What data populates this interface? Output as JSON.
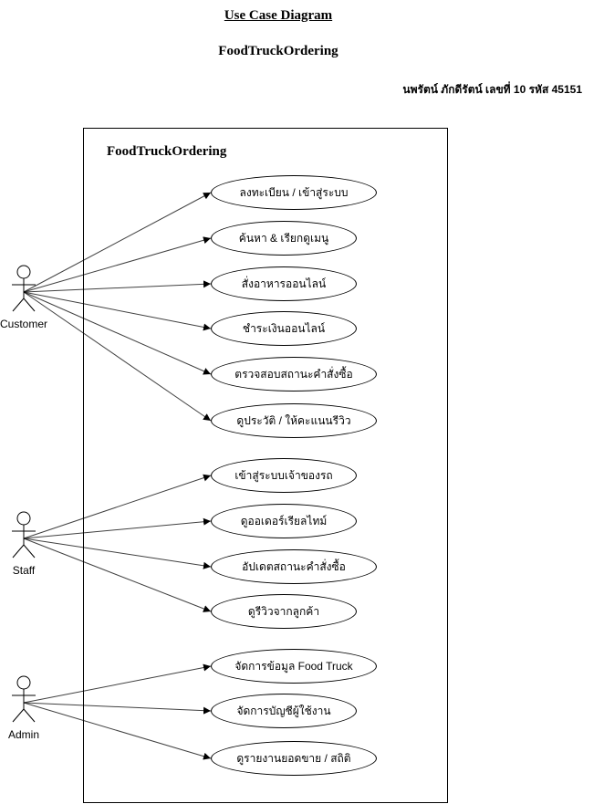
{
  "header": {
    "title": "Use Case Diagram",
    "subtitle": "FoodTruckOrdering",
    "author": "นพรัตน์ ภักดีรัตน์ เลขที่ 10 รหัส 45151"
  },
  "system": {
    "name": "FoodTruckOrdering"
  },
  "actors": [
    {
      "name": "Customer"
    },
    {
      "name": "Staff"
    },
    {
      "name": "Admin"
    }
  ],
  "use_cases": [
    {
      "label": "ลงทะเบียน / เข้าสู่ระบบ",
      "actor": "Customer"
    },
    {
      "label": "ค้นหา & เรียกดูเมนู",
      "actor": "Customer"
    },
    {
      "label": "สั่งอาหารออนไลน์",
      "actor": "Customer"
    },
    {
      "label": "ชำระเงินออนไลน์",
      "actor": "Customer"
    },
    {
      "label": "ตรวจสอบสถานะคำสั่งซื้อ",
      "actor": "Customer"
    },
    {
      "label": "ดูประวัติ / ให้คะแนนรีวิว",
      "actor": "Customer"
    },
    {
      "label": "เข้าสู่ระบบเจ้าของรถ",
      "actor": "Staff"
    },
    {
      "label": "ดูออเดอร์เรียลไทม์",
      "actor": "Staff"
    },
    {
      "label": "อัปเดตสถานะคำสั่งซื้อ",
      "actor": "Staff"
    },
    {
      "label": "ดูรีวิวจากลูกค้า",
      "actor": "Staff"
    },
    {
      "label": "จัดการข้อมูล Food Truck",
      "actor": "Admin"
    },
    {
      "label": "จัดการบัญชีผู้ใช้งาน",
      "actor": "Admin"
    },
    {
      "label": "ดูรายงานยอดขาย / สถิติ",
      "actor": "Admin"
    }
  ]
}
